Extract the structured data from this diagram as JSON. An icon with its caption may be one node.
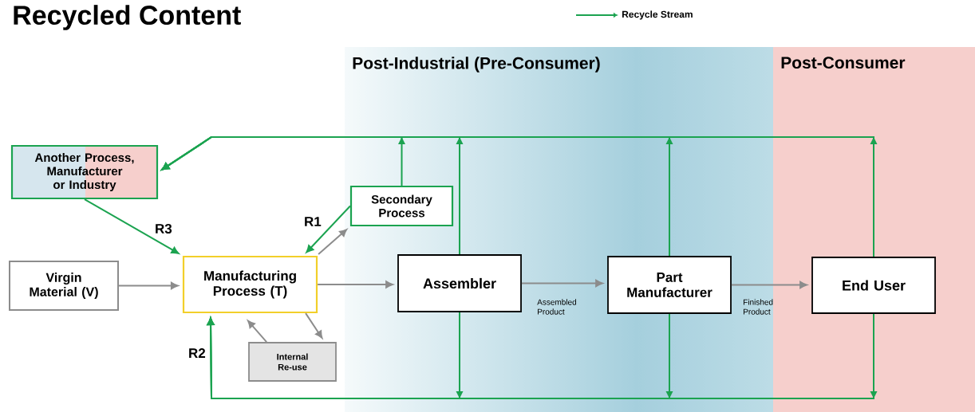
{
  "diagram": {
    "title": "Recycled Content",
    "nodes": [
      {
        "text": [
          "Post-Industrial (Pre-Consumer)"
        ]
      },
      {
        "text": [
          "Post-Consumer"
        ]
      },
      {
        "text": [
          "Another Process, Manufacturer or Industry"
        ]
      },
      {
        "text": [
          "Secondary Process"
        ],
        "in": 0
      },
      {
        "text": [
          "Virgin Material (V)"
        ]
      },
      {
        "text": [
          "Manufacturing Process (T)"
        ]
      },
      {
        "text": [
          "Assembler"
        ],
        "in": 0
      },
      {
        "text": [
          "Part Manufacturer"
        ],
        "in": 0
      },
      {
        "text": [
          "End User"
        ],
        "in": 1
      },
      {
        "text": [
          "Internal Re-use"
        ]
      }
    ],
    "edges": [
      {
        "from": 3,
        "to": 2,
        "arrow": "to"
      },
      {
        "from": 6,
        "to": 2,
        "arrow": "to"
      },
      {
        "from": 7,
        "to": 2,
        "arrow": "to"
      },
      {
        "from": 8,
        "to": 2,
        "arrow": "to"
      },
      {
        "from": 2,
        "to": 5,
        "arrow": "to",
        "label": "R3"
      },
      {
        "from": 3,
        "to": 5,
        "arrow": "to",
        "label": "R1"
      },
      {
        "from": 5,
        "to": 3,
        "arrow": "to",
        "color": "#8c8c8c"
      },
      {
        "from": 4,
        "to": 5,
        "arrow": "to",
        "color": "#8c8c8c"
      },
      {
        "from": 5,
        "to": 6,
        "arrow": "to",
        "color": "#8c8c8c"
      },
      {
        "from": 6,
        "to": 7,
        "arrow": "to",
        "color": "#8c8c8c",
        "label": "Assembled Product"
      },
      {
        "from": 7,
        "to": 8,
        "arrow": "to",
        "color": "#8c8c8c",
        "label": "Finished Product"
      },
      {
        "from": 5,
        "to": 9,
        "arrow": "to",
        "color": "#8c8c8c"
      },
      {
        "from": 9,
        "to": 5,
        "arrow": "to",
        "color": "#8c8c8c"
      },
      {
        "from": 6,
        "to": 5,
        "arrow": "to",
        "label": "R2"
      },
      {
        "from": 7,
        "to": 5,
        "arrow": "to"
      },
      {
        "from": 8,
        "to": 5,
        "arrow": "to"
      }
    ],
    "legend": [
      {
        "text": "Recycle Stream"
      }
    ]
  }
}
